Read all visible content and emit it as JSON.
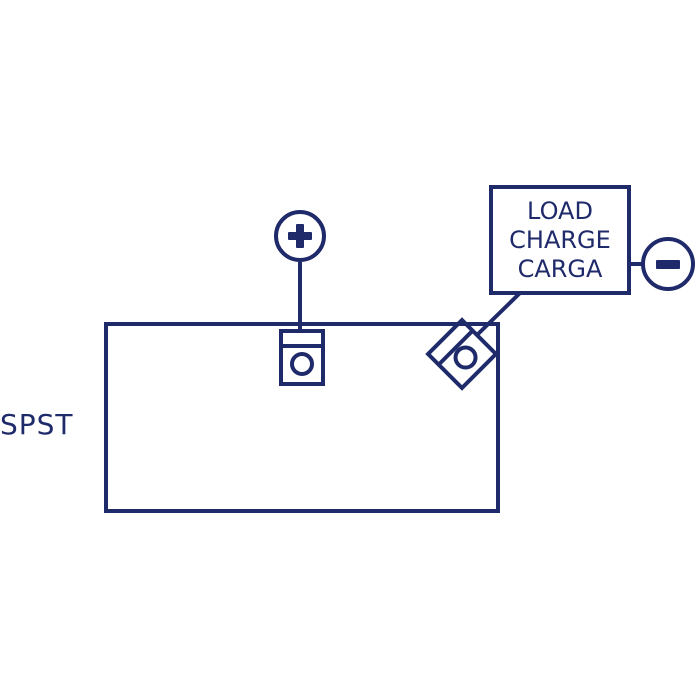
{
  "diagram": {
    "switch_type": "SPST",
    "load_box": {
      "lines": [
        "LOAD",
        "CHARGE",
        "CARGA"
      ]
    },
    "terminals": {
      "positive_symbol": "+",
      "negative_symbol": "−"
    },
    "colors": {
      "line": "#1f2a6b",
      "background": "#ffffff"
    }
  }
}
